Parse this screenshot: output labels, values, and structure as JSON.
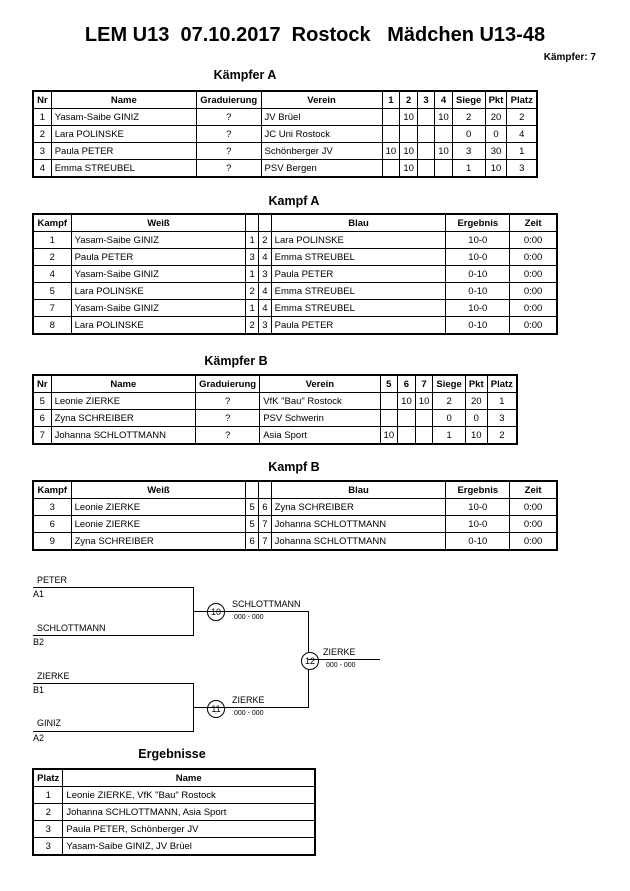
{
  "title": "LEM U13  07.10.2017  Rostock   Mädchen U13-48",
  "fighters_count": "Kämpfer: 7",
  "pool_a": {
    "heading": "Kämpfer A",
    "headers": [
      "Nr",
      "Name",
      "Graduierung",
      "Verein",
      "1",
      "2",
      "3",
      "4",
      "Siege",
      "Pkt",
      "Platz"
    ],
    "rows": [
      [
        "1",
        "Yasam-Saibe GINIZ",
        "?",
        "JV Brüel",
        "",
        "10",
        "",
        "10",
        "2",
        "20",
        "2"
      ],
      [
        "2",
        "Lara POLINSKE",
        "?",
        "JC Uni Rostock",
        "",
        "",
        "",
        "",
        "0",
        "0",
        "4"
      ],
      [
        "3",
        "Paula PETER",
        "?",
        "Schönberger JV",
        "10",
        "10",
        "",
        "10",
        "3",
        "30",
        "1"
      ],
      [
        "4",
        "Emma STREUBEL",
        "?",
        "PSV Bergen",
        "",
        "10",
        "",
        "",
        "1",
        "10",
        "3"
      ]
    ]
  },
  "fights_a": {
    "heading": "Kampf A",
    "headers": [
      "Kampf",
      "Weiß",
      "",
      "",
      "Blau",
      "Ergebnis",
      "Zeit"
    ],
    "rows": [
      [
        "1",
        "Yasam-Saibe GINIZ",
        "1",
        "2",
        "Lara POLINSKE",
        "10-0",
        "0:00"
      ],
      [
        "2",
        "Paula PETER",
        "3",
        "4",
        "Emma STREUBEL",
        "10-0",
        "0:00"
      ],
      [
        "4",
        "Yasam-Saibe GINIZ",
        "1",
        "3",
        "Paula PETER",
        "0-10",
        "0:00"
      ],
      [
        "5",
        "Lara POLINSKE",
        "2",
        "4",
        "Emma STREUBEL",
        "0-10",
        "0:00"
      ],
      [
        "7",
        "Yasam-Saibe GINIZ",
        "1",
        "4",
        "Emma STREUBEL",
        "10-0",
        "0:00"
      ],
      [
        "8",
        "Lara POLINSKE",
        "2",
        "3",
        "Paula PETER",
        "0-10",
        "0:00"
      ]
    ]
  },
  "pool_b": {
    "heading": "Kämpfer B",
    "headers": [
      "Nr",
      "Name",
      "Graduierung",
      "Verein",
      "5",
      "6",
      "7",
      "Siege",
      "Pkt",
      "Platz"
    ],
    "rows": [
      [
        "5",
        "Leonie ZIERKE",
        "?",
        "VfK \"Bau\" Rostock",
        "",
        "10",
        "10",
        "2",
        "20",
        "1"
      ],
      [
        "6",
        "Zyna SCHREIBER",
        "?",
        "PSV Schwerin",
        "",
        "",
        "",
        "0",
        "0",
        "3"
      ],
      [
        "7",
        "Johanna SCHLOTTMANN",
        "?",
        "Asia Sport",
        "10",
        "",
        "",
        "1",
        "10",
        "2"
      ]
    ]
  },
  "fights_b": {
    "heading": "Kampf B",
    "headers": [
      "Kampf",
      "Weiß",
      "",
      "",
      "Blau",
      "Ergebnis",
      "Zeit"
    ],
    "rows": [
      [
        "3",
        "Leonie ZIERKE",
        "5",
        "6",
        "Zyna SCHREIBER",
        "10-0",
        "0:00"
      ],
      [
        "6",
        "Leonie ZIERKE",
        "5",
        "7",
        "Johanna SCHLOTTMANN",
        "10-0",
        "0:00"
      ],
      [
        "9",
        "Zyna SCHREIBER",
        "6",
        "7",
        "Johanna SCHLOTTMANN",
        "0-10",
        "0:00"
      ]
    ]
  },
  "bracket": {
    "a1_name": "PETER",
    "a1": "A1",
    "b2_name": "SCHLOTTMANN",
    "b2": "B2",
    "b1_name": "ZIERKE",
    "b1": "B1",
    "a2_name": "GINIZ",
    "a2": "A2",
    "m10": "10",
    "m10_winner": "SCHLOTTMANN",
    "m10_score": "000 - 000",
    "m11": "11",
    "m11_winner": "ZIERKE",
    "m11_score": "000 - 000",
    "m12": "12",
    "m12_winner": "ZIERKE",
    "m12_score": "000 - 000"
  },
  "results": {
    "heading": "Ergebnisse",
    "headers": [
      "Platz",
      "Name"
    ],
    "rows": [
      [
        "1",
        "Leonie ZIERKE, VfK \"Bau\" Rostock"
      ],
      [
        "2",
        "Johanna SCHLOTTMANN, Asia Sport"
      ],
      [
        "3",
        "Paula PETER, Schönberger JV"
      ],
      [
        "3",
        "Yasam-Saibe GINIZ, JV Brüel"
      ]
    ]
  }
}
